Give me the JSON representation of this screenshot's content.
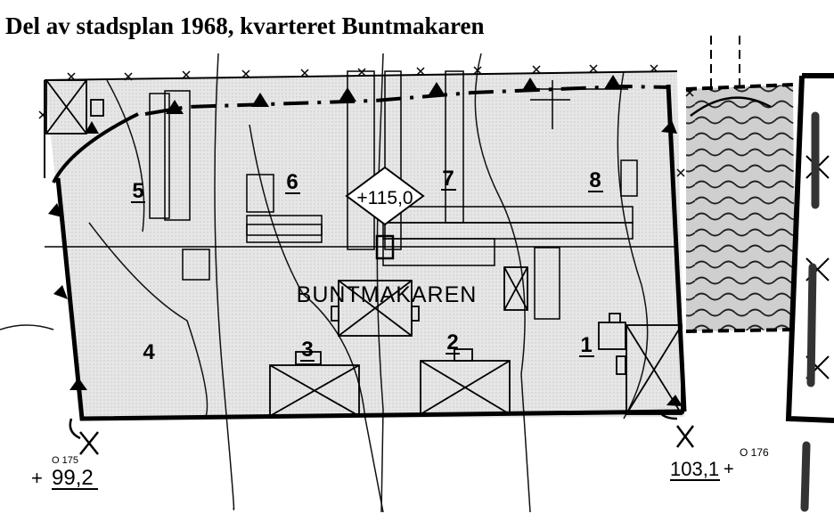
{
  "title": "Del av stadsplan 1968, kvarteret Buntmakaren",
  "block_name": "BUNTMAKAREN",
  "plots": [
    "1",
    "2",
    "3",
    "4",
    "5",
    "6",
    "7",
    "8"
  ],
  "elevations": {
    "center": "+115,0",
    "southwest": "99,2",
    "southeast": "103,1",
    "sw_ref": "O 175",
    "se_ref": "O 176"
  },
  "colors": {
    "ink": "#000000",
    "shading": "#d9d9d9",
    "paper": "#ffffff"
  }
}
